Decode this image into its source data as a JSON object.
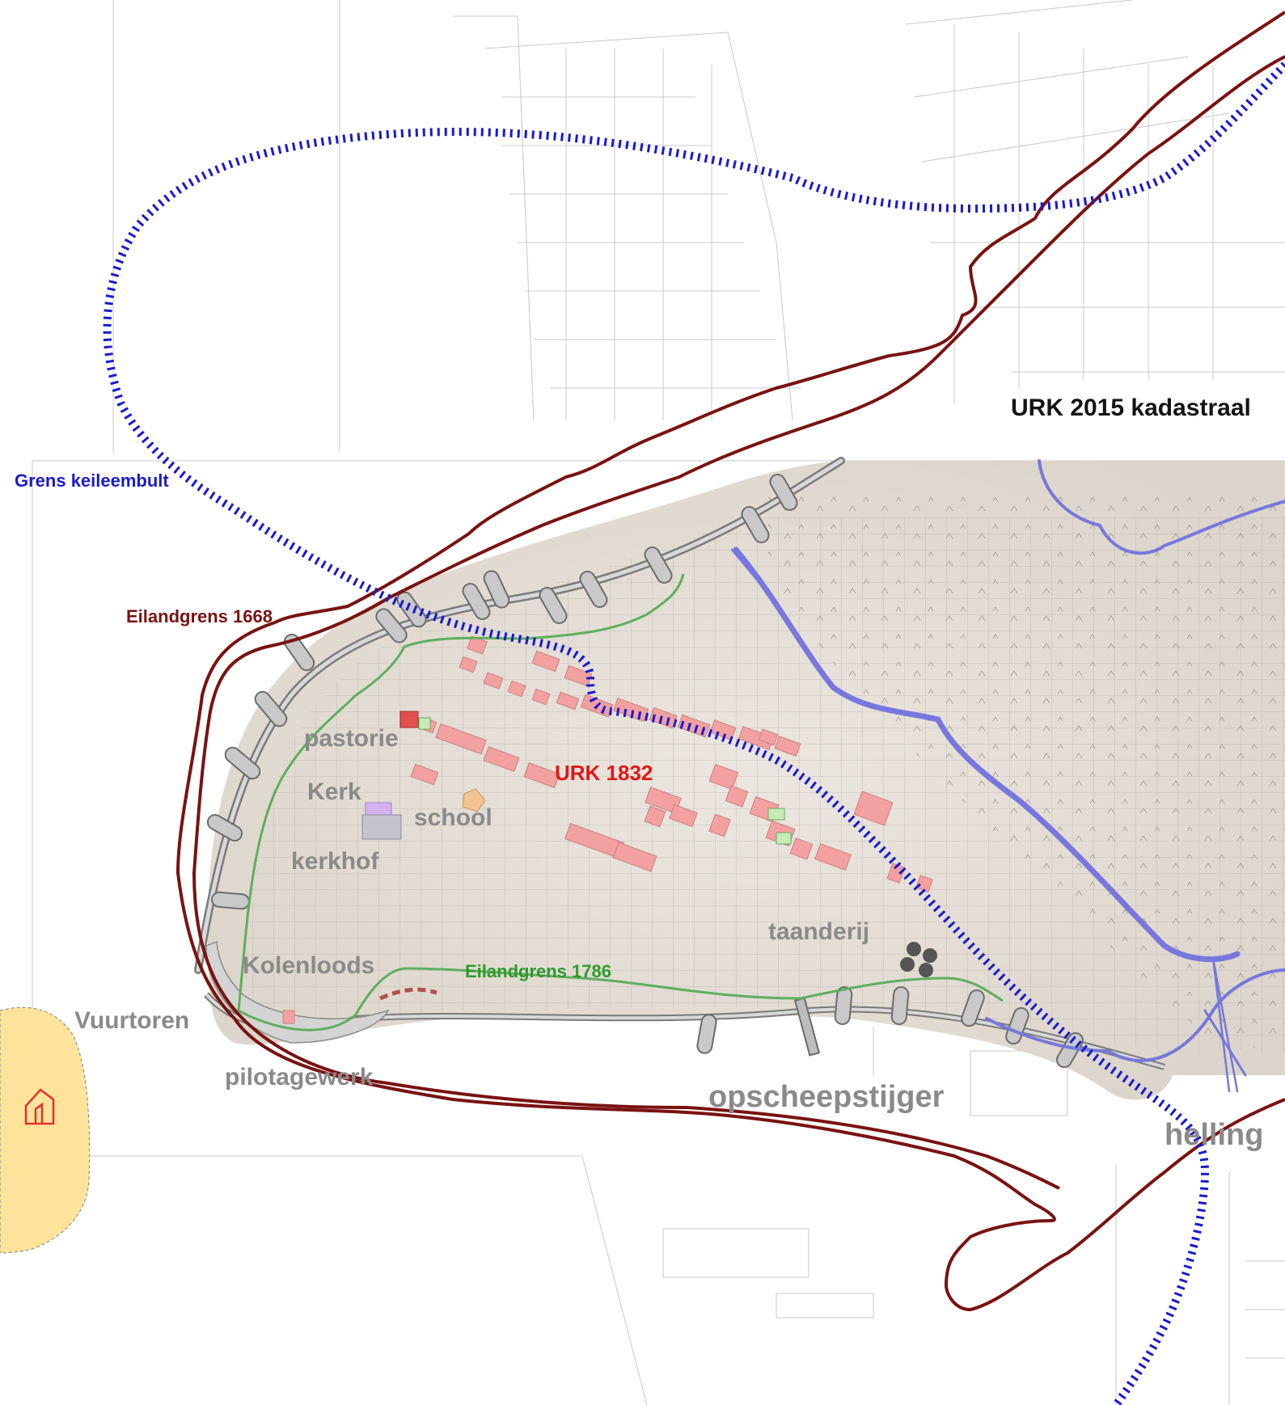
{
  "map": {
    "title": "URK 2015 kadastraal",
    "labels": {
      "grens_keileembult": "Grens keileembult",
      "eilandgrens_1668": "Eilandgrens 1668",
      "eilandgrens_1786": "Eilandgrens 1786",
      "urk_1832": "URK 1832",
      "pastorie": "pastorie",
      "kerk": "Kerk",
      "school": "school",
      "kerkhof": "kerkhof",
      "kolenloods": "Kolenloods",
      "vuurtoren": "Vuurtoren",
      "pilotagewerk": "pilotagewerk",
      "opscheepstijger": "opscheepstijger",
      "helling": "helling",
      "taanderij": "taanderij"
    },
    "colors": {
      "keileembult": "#1a1acd",
      "eilandgrens_1668": "#7a1212",
      "eilandgrens_1786": "#5fae5f",
      "houses_1832": "#f2a0a0",
      "water": "#7777dd",
      "highlight": "#fde49a"
    },
    "icons": [
      "lighthouse-icon",
      "taanderij-kettles-icon"
    ]
  }
}
